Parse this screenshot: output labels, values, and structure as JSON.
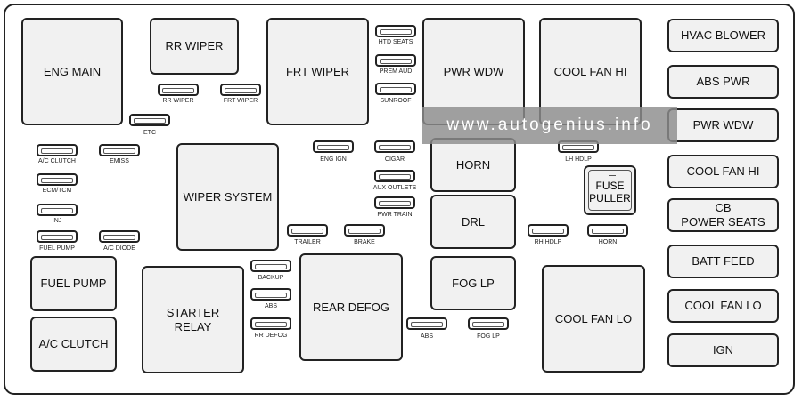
{
  "relays": {
    "eng_main": "ENG MAIN",
    "rr_wiper": "RR WIPER",
    "frt_wiper": "FRT WIPER",
    "pwr_wdw": "PWR WDW",
    "cool_fan_hi": "COOL FAN HI",
    "wiper_system": "WIPER SYSTEM",
    "horn": "HORN",
    "drl": "DRL",
    "fog_lp": "FOG LP",
    "fuel_pump": "FUEL PUMP",
    "ac_clutch": "A/C CLUTCH",
    "starter_relay": "STARTER\nRELAY",
    "rear_defog": "REAR DEFOG",
    "cool_fan_lo": "COOL FAN LO"
  },
  "side_column": [
    "HVAC BLOWER",
    "ABS PWR",
    "PWR WDW",
    "COOL FAN HI",
    "CB\nPOWER SEATS",
    "BATT FEED",
    "COOL FAN LO",
    "IGN"
  ],
  "fuses": {
    "htd_seats": "HTD SEATS",
    "prem_aud": "PREM AUD",
    "sunroof": "SUNROOF",
    "rr_wiper": "RR WIPER",
    "frt_wiper": "FRT WIPER",
    "etc": "ETC",
    "ac_clutch": "A/C CLUTCH",
    "emiss": "EMISS",
    "ecm_tcm": "ECM/TCM",
    "inj": "INJ",
    "fuel_pump": "FUEL PUMP",
    "ac_diode": "A/C DIODE",
    "eng_ign": "ENG IGN",
    "cigar": "CIGAR",
    "aux_outlets": "AUX OUTLETS",
    "pwr_train": "PWR TRAIN",
    "trailer": "TRAILER",
    "brake": "BRAKE",
    "backup": "BACKUP",
    "abs_left": "ABS",
    "rr_defog": "RR DEFOG",
    "abs_right": "ABS",
    "fog_lp": "FOG LP",
    "lh_hdlp": "LH HDLP",
    "rh_hdlp": "RH HDLP",
    "horn": "HORN"
  },
  "fuse_puller": "FUSE\nPULLER",
  "watermark": "www.autogenius.info"
}
